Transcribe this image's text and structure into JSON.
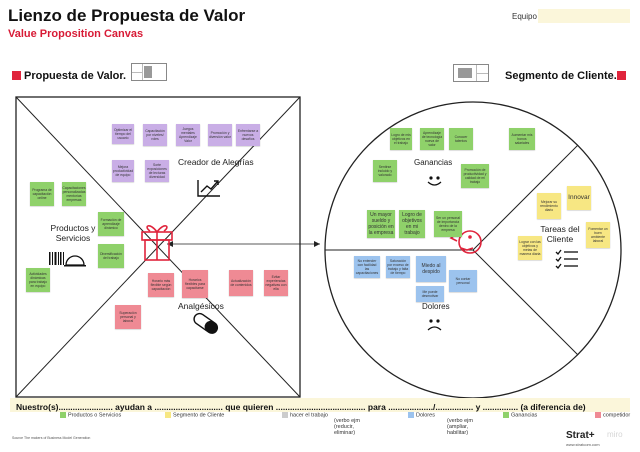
{
  "header": {
    "title": "Lienzo de Propuesta de Valor",
    "subtitle": "Value Proposition Canvas",
    "equipo_label": "Equipo"
  },
  "sections": {
    "propuesta": "Propuesta de Valor.",
    "segmento": "Segmento de Cliente."
  },
  "areas": {
    "creador": "Creador de Alegrías",
    "productos": "Productos y Servicios",
    "analgesicos": "Analgésicos",
    "ganancias": "Ganancias",
    "dolores": "Dolores",
    "tareas": "Tareas del Cliente"
  },
  "notes": {
    "creador": [
      "Optimizar el tiempo del usuario",
      "Capacitación por niveles/ roles",
      "Juegos mentales Aprendizaje Valor",
      "Promoción y diversión valor",
      "Enfrentarse a nuevos desafíos",
      "Mejora productividad de equipo",
      "Sorte exposiciones de lecturas diversidad"
    ],
    "productos": [
      "Programa de capacitación online",
      "Capacitaciones personalizadas mentorías empresas",
      "Formación de aprendizaje dinámico",
      "Diversificación del trabajo",
      "Actividades dinámicas para trabajo en equipo"
    ],
    "analgesicos": [
      "Horario más flexible según capacitación",
      "Horarios flexibles para capacitarse",
      "Actualización de contenidos",
      "Evitar experiencias negativas con ella",
      "Superación personal y laboral"
    ],
    "ganancias": [
      "Logro de mis objetivos en el trabajo",
      "Aprendizaje de tecnología nueva de valor",
      "Conocer talentos",
      "Sentirse incluido y valorado",
      "Aumentar mis bonos salariales",
      "Promoción de productividad y calidad de mi trabajo",
      "Un mayor sueldo y posición en la empresa",
      "Logro de objetivos en mi trabajo",
      "Ser un personal de importancia dentro de la empresa"
    ],
    "dolores": [
      "No entender con facilidad las capacitaciones",
      "Saturación por exceso de trabajo y falta de tiempo",
      "Miedo al despido",
      "No contar personal",
      "Me puede desmotivar"
    ],
    "tareas": [
      "Mejorar su rendimiento diario",
      "Innovar",
      "Lograr con las objetivos y metas de manera diaria",
      "Fomentar un buen ambiente laboral"
    ]
  },
  "footer": {
    "sentence": "Nuestro(s)....................... ayudan a ............................. que quieren ...................................... para .................../................ y ............... (a diferencia de)",
    "legend": [
      {
        "label": "Productos o Servicios"
      },
      {
        "label": "Segmento de Cliente"
      },
      {
        "label": "hacer el trabajo"
      },
      {
        "label": "Dolores"
      },
      {
        "label": "Ganancias"
      },
      {
        "label": "competidor"
      }
    ],
    "legend_notes": [
      "(verbo ejm (reducir, eliminar)",
      "(verbo ejm (ampliar, habilitar)"
    ],
    "source": "Source The makers of Business Model Generation",
    "brand": "Strat+",
    "brand_url": "www.stratcom.com",
    "watermark": "miro"
  },
  "colors": {
    "accent": "#e0243c",
    "purple": "#c9aee6",
    "green": "#8fd16a",
    "pink": "#ef8a94",
    "blue": "#9cc3ee",
    "yellow": "#f7e783"
  }
}
